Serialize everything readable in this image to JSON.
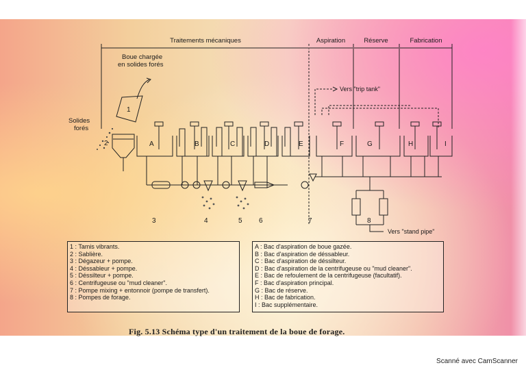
{
  "sections": {
    "mecanique": "Traitements mécaniques",
    "aspiration": "Aspiration",
    "reserve": "Réserve",
    "fabrication": "Fabrication"
  },
  "labels": {
    "boue_line1": "Boue chargée",
    "boue_line2": "en solides forés",
    "solides_line1": "Solides",
    "solides_line2": "forés",
    "trip_tank": "Vers \"trip tank\"",
    "stand_pipe": "Vers \"stand pipe\""
  },
  "numbers": {
    "n1": "1",
    "n2": "2",
    "n3": "3",
    "n4": "4",
    "n5": "5",
    "n6": "6",
    "n7": "7",
    "n8": "8"
  },
  "tanks": {
    "A": "A",
    "B": "B",
    "C": "C",
    "D": "D",
    "E": "E",
    "F": "F",
    "G": "G",
    "H": "H",
    "I": "I"
  },
  "legend_left": [
    "1 : Tamis vibrants.",
    "2 : Sablière.",
    "3 : Dégazeur + pompe.",
    "4 : Déssableur + pompe.",
    "5 : Déssilteur + pompe.",
    "6 : Centrifugeuse ou \"mud cleaner\".",
    "7 : Pompe mixing + entonnoir (pompe de transfert).",
    "8 : Pompes de forage."
  ],
  "legend_right": [
    "A : Bac d'aspiration de boue gazée.",
    "B : Bac d'aspiration de déssableur.",
    "C : Bac d'aspiration de déssilteur.",
    "D : Bac d'aspiration de la centrifugeuse ou \"mud cleaner\".",
    "E : Bac de refoulement de la centrifugeuse (facultatif).",
    "F : Bac d'aspiration principal.",
    "G : Bac de réserve.",
    "H : Bac de fabrication.",
    "I : Bac supplémentaire."
  ],
  "caption": "Fig. 5.13 Schéma type d'un traitement de la boue de forage.",
  "footer": "Scanné avec CamScanner"
}
